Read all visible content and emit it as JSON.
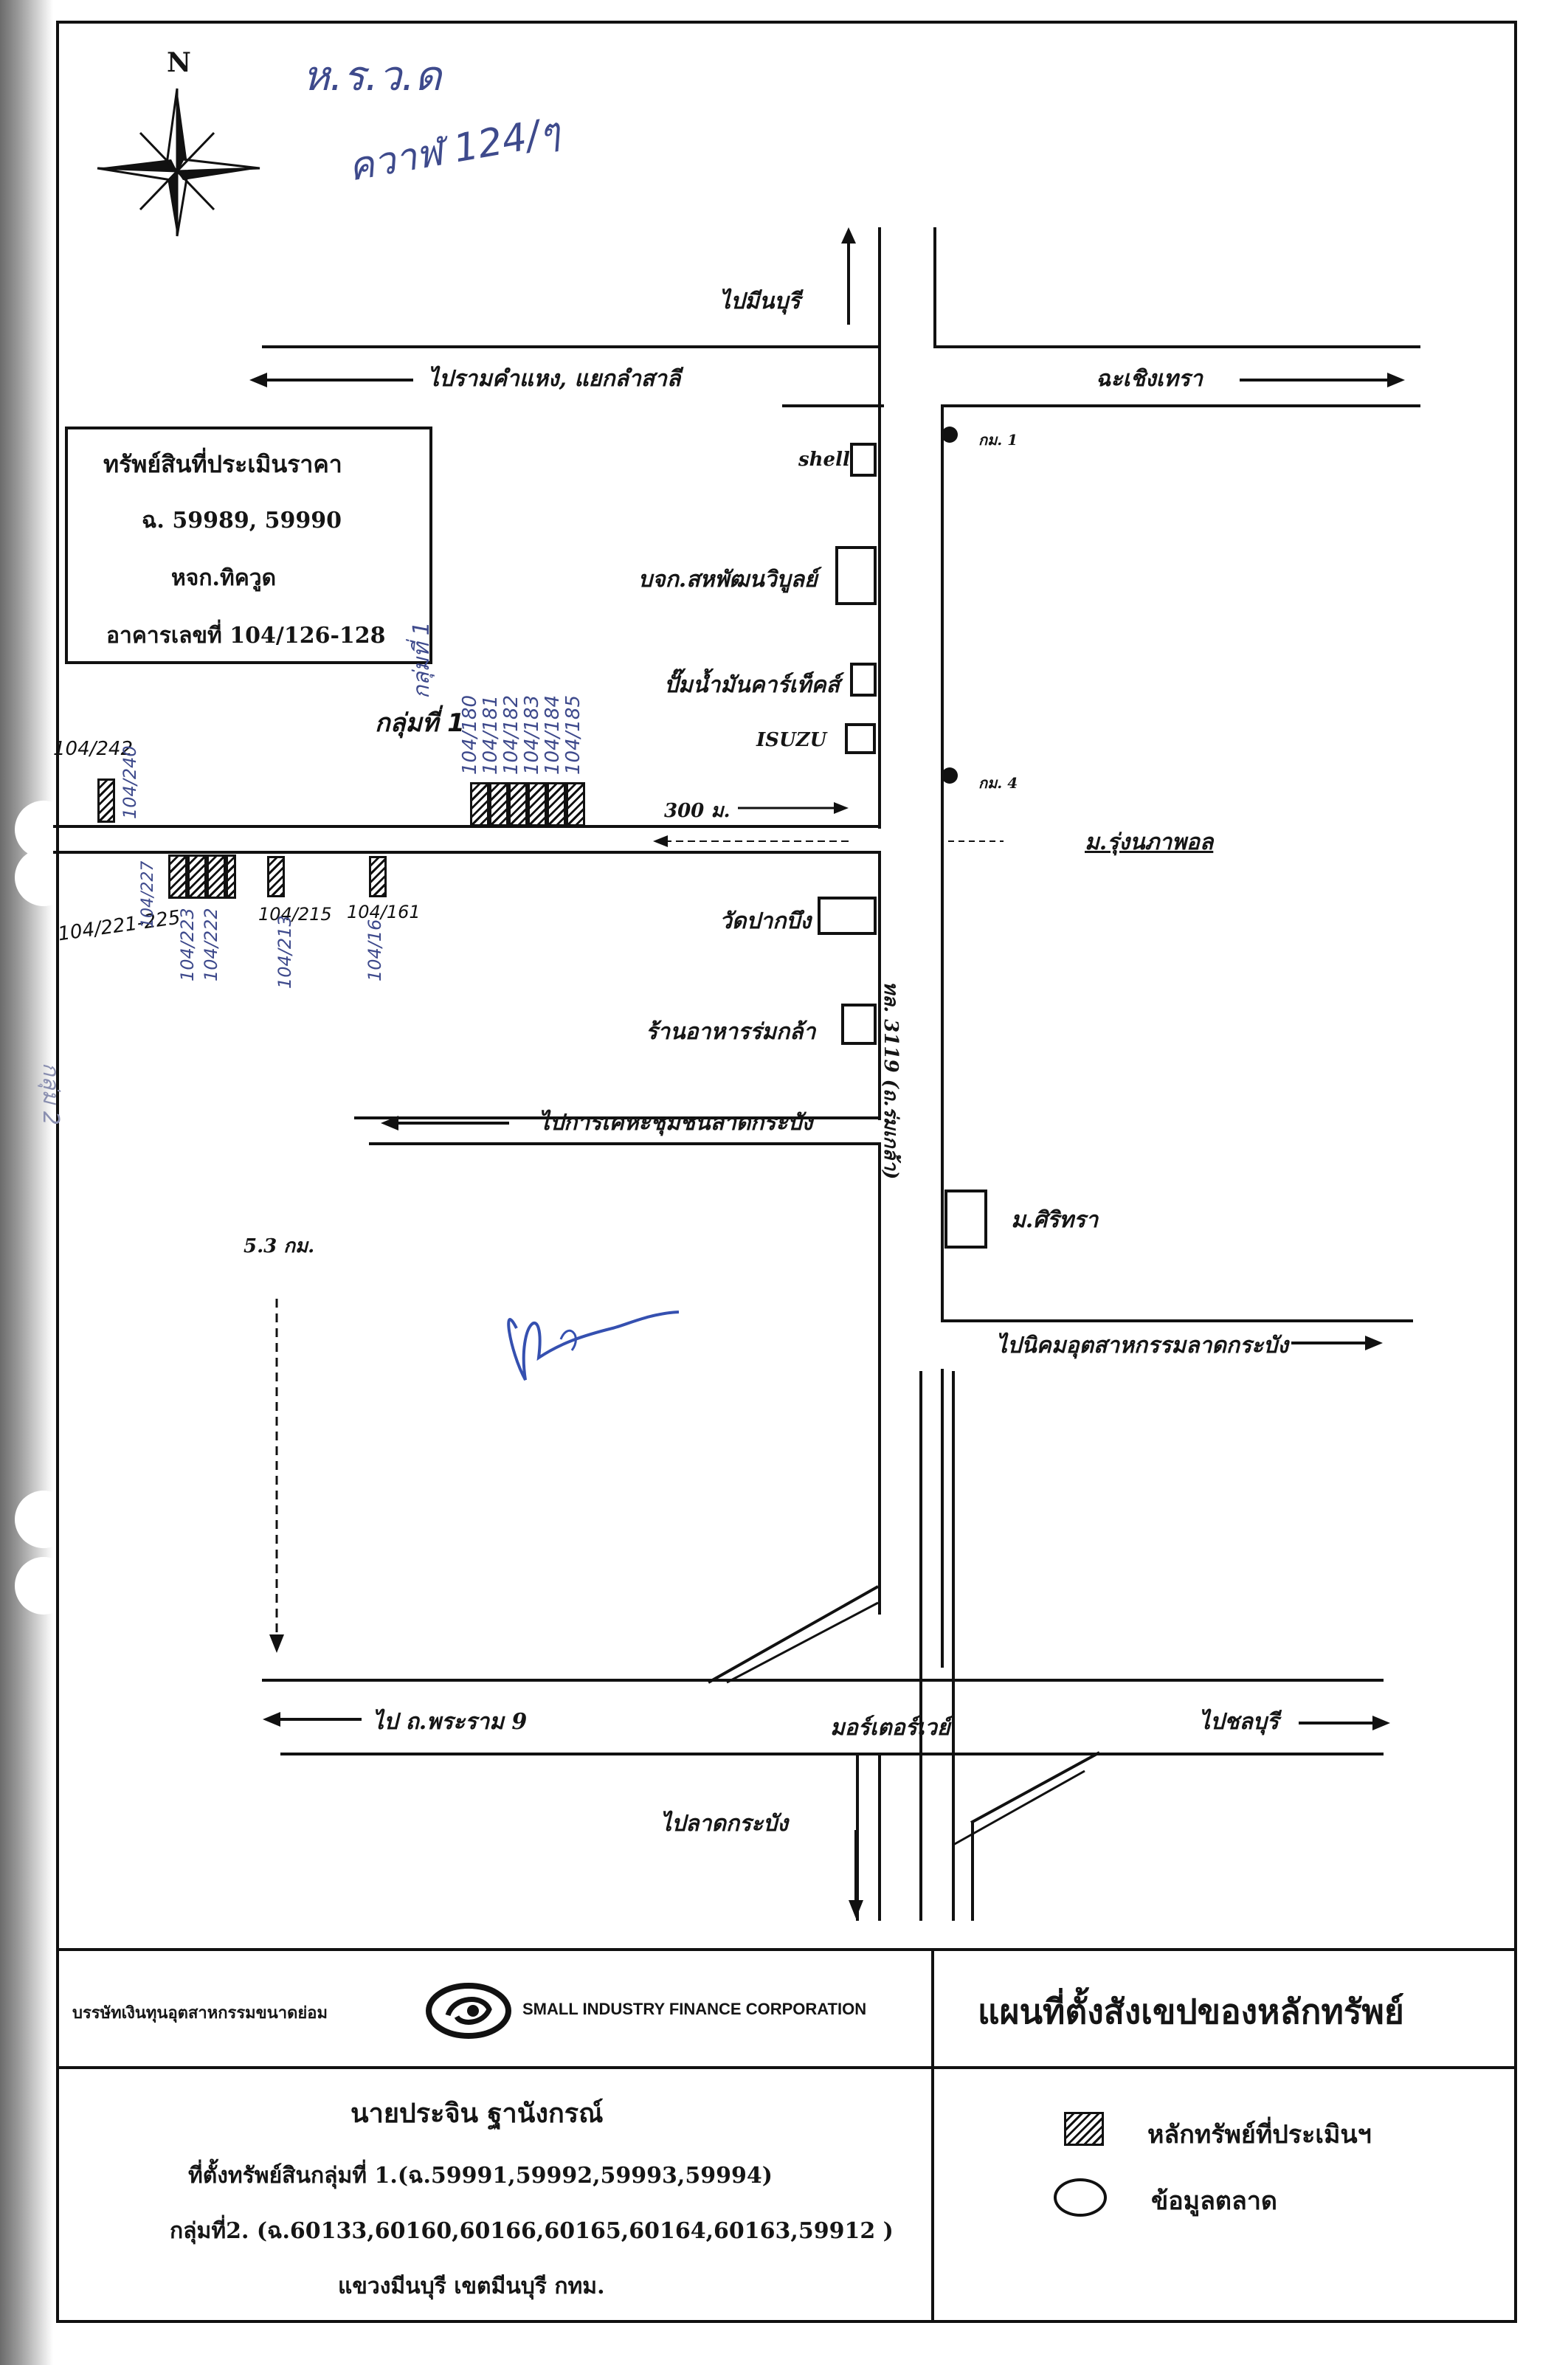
{
  "compass": {
    "north_label": "N"
  },
  "map": {
    "to_minburi": "ไปมีนบุรี",
    "to_ramkhamhaeng": "ไปรามคำแหง, แยกลำสาลี",
    "to_chachoengsao": "ฉะเชิงเทรา",
    "shell": "shell",
    "company_store": "บจก.สหพัฒนวิบูลย์",
    "gas_station": "ปั๊มน้ำมันคาร์เท็คส์",
    "isuzu": "ISUZU",
    "km1": "กม. 1",
    "km4": "กม. 4",
    "distance_300m": "300 ม.",
    "village": "ม.รุ่งนภาพอล",
    "temple": "วัดปากบึง",
    "restaurant": "ร้านอาหารร่มกล้า",
    "to_lat_krabang_community": "ไปการเคหะชุมชนลาดกระบัง",
    "road_3119": "ทล. 3119 (ถ.ร่มเกล้า)",
    "sirisa": "ม.ศิริทรา",
    "distance_5_3km": "5.3 กม.",
    "to_industrial_estate": "ไปนิคมอุตสาหกรรมลาดกระบัง",
    "to_rama9": "ไป ถ.พระราม 9",
    "motorway": "มอร์เตอร์เวย์",
    "to_chonburi": "ไปชลบุรี",
    "to_lat_krabang": "ไปลาดกระบัง"
  },
  "property_box": {
    "title": "ทรัพย์สินที่ประเมินราคา",
    "deeds": "ฉ. 59989, 59990",
    "owner_short": "หจก.ทิควูด",
    "building": "อาคารเลขที่ 104/126-128"
  },
  "handwritten": {
    "top_note_1": "ห.ร.ว.ด",
    "top_note_2": "ควาฬ 124/ๆ",
    "group1_side": "กลุ่มที่ 1",
    "group1_label": "กลุ่มที่ 1",
    "group1_numbers": [
      "104/180",
      "104/181",
      "104/182",
      "104/183",
      "104/184",
      "104/185"
    ],
    "left_top_number": "104/242",
    "left_top_sub": "104/240",
    "left_bottom_number": "104/221-225",
    "left_bottom_sub": "104/227",
    "block_a": [
      "104/223",
      "104/222"
    ],
    "block_b": "104/215",
    "block_b_sub": "104/213",
    "block_c": "104/161",
    "block_c_sub": "104/16",
    "group2": "กลุ่ม 2"
  },
  "footer": {
    "company_thai": "บรรษัทเงินทุนอุตสาหกรรมขนาดย่อม",
    "company_english": "SMALL INDUSTRY FINANCE CORPORATION",
    "map_title": "แผนที่ตั้งสังเขปของหลักทรัพย์",
    "owner": "นายประจิน ฐานังกรณ์",
    "group1_line": "ที่ตั้งทรัพย์สินกลุ่มที่ 1.(ฉ.59991,59992,59993,59994)",
    "group2_line": "กลุ่มที่2. (ฉ.60133,60160,60166,60165,60164,60163,59912 )",
    "location_line": "แขวงมีนบุรี เขตมีนบุรี กทม.",
    "legend_hatch": "หลักทรัพย์ที่ประเมินฯ",
    "legend_circle": "ข้อมูลตลาด"
  }
}
